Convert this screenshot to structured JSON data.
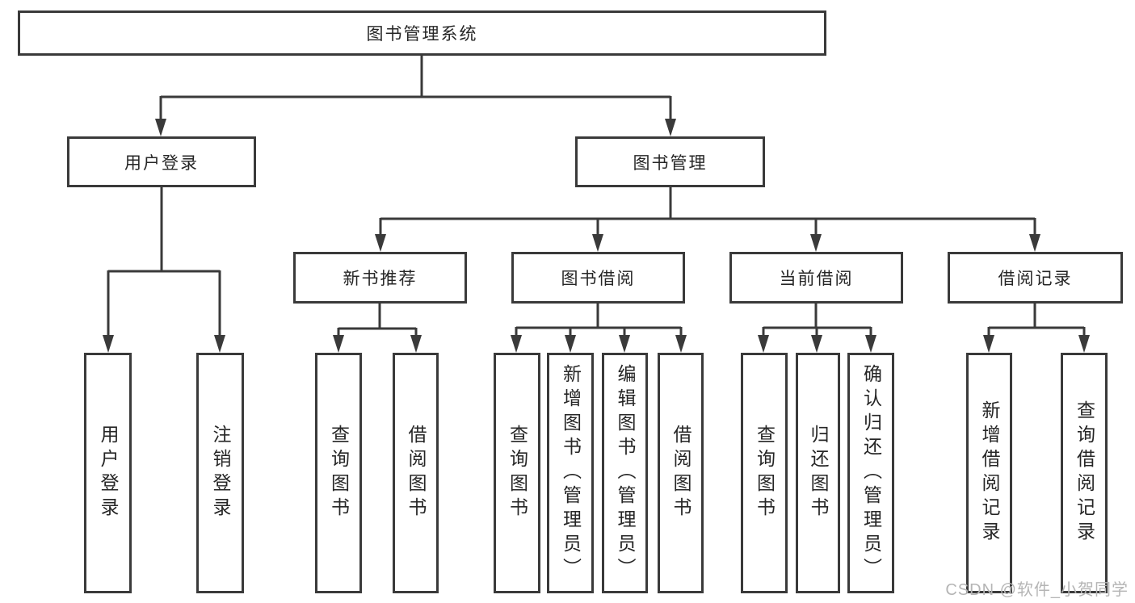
{
  "diagram": {
    "root": {
      "label": "图书管理系统"
    },
    "level2": [
      {
        "label": "用户登录"
      },
      {
        "label": "图书管理"
      }
    ],
    "level3": [
      {
        "label": "新书推荐",
        "parent": "图书管理"
      },
      {
        "label": "图书借阅",
        "parent": "图书管理"
      },
      {
        "label": "当前借阅",
        "parent": "图书管理"
      },
      {
        "label": "借阅记录",
        "parent": "图书管理"
      }
    ],
    "leaves": [
      {
        "label": "用户登录",
        "parent": "用户登录"
      },
      {
        "label": "注销登录",
        "parent": "用户登录"
      },
      {
        "label": "查询图书",
        "parent": "新书推荐"
      },
      {
        "label": "借阅图书",
        "parent": "新书推荐"
      },
      {
        "label": "查询图书",
        "parent": "图书借阅"
      },
      {
        "label": "新增图书（管理员）",
        "parent": "图书借阅"
      },
      {
        "label": "编辑图书（管理员）",
        "parent": "图书借阅"
      },
      {
        "label": "借阅图书",
        "parent": "图书借阅"
      },
      {
        "label": "查询图书",
        "parent": "当前借阅"
      },
      {
        "label": "归还图书",
        "parent": "当前借阅"
      },
      {
        "label": "确认归还（管理员）",
        "parent": "当前借阅"
      },
      {
        "label": "新增借阅记录",
        "parent": "借阅记录"
      },
      {
        "label": "查询借阅记录",
        "parent": "借阅记录"
      }
    ]
  },
  "watermark": {
    "text": "CSDN @软件_小贺同学"
  },
  "colors": {
    "line": "#3a3a3a",
    "text": "#262626",
    "background": "#ffffff",
    "watermark": "#b5b5b5"
  }
}
